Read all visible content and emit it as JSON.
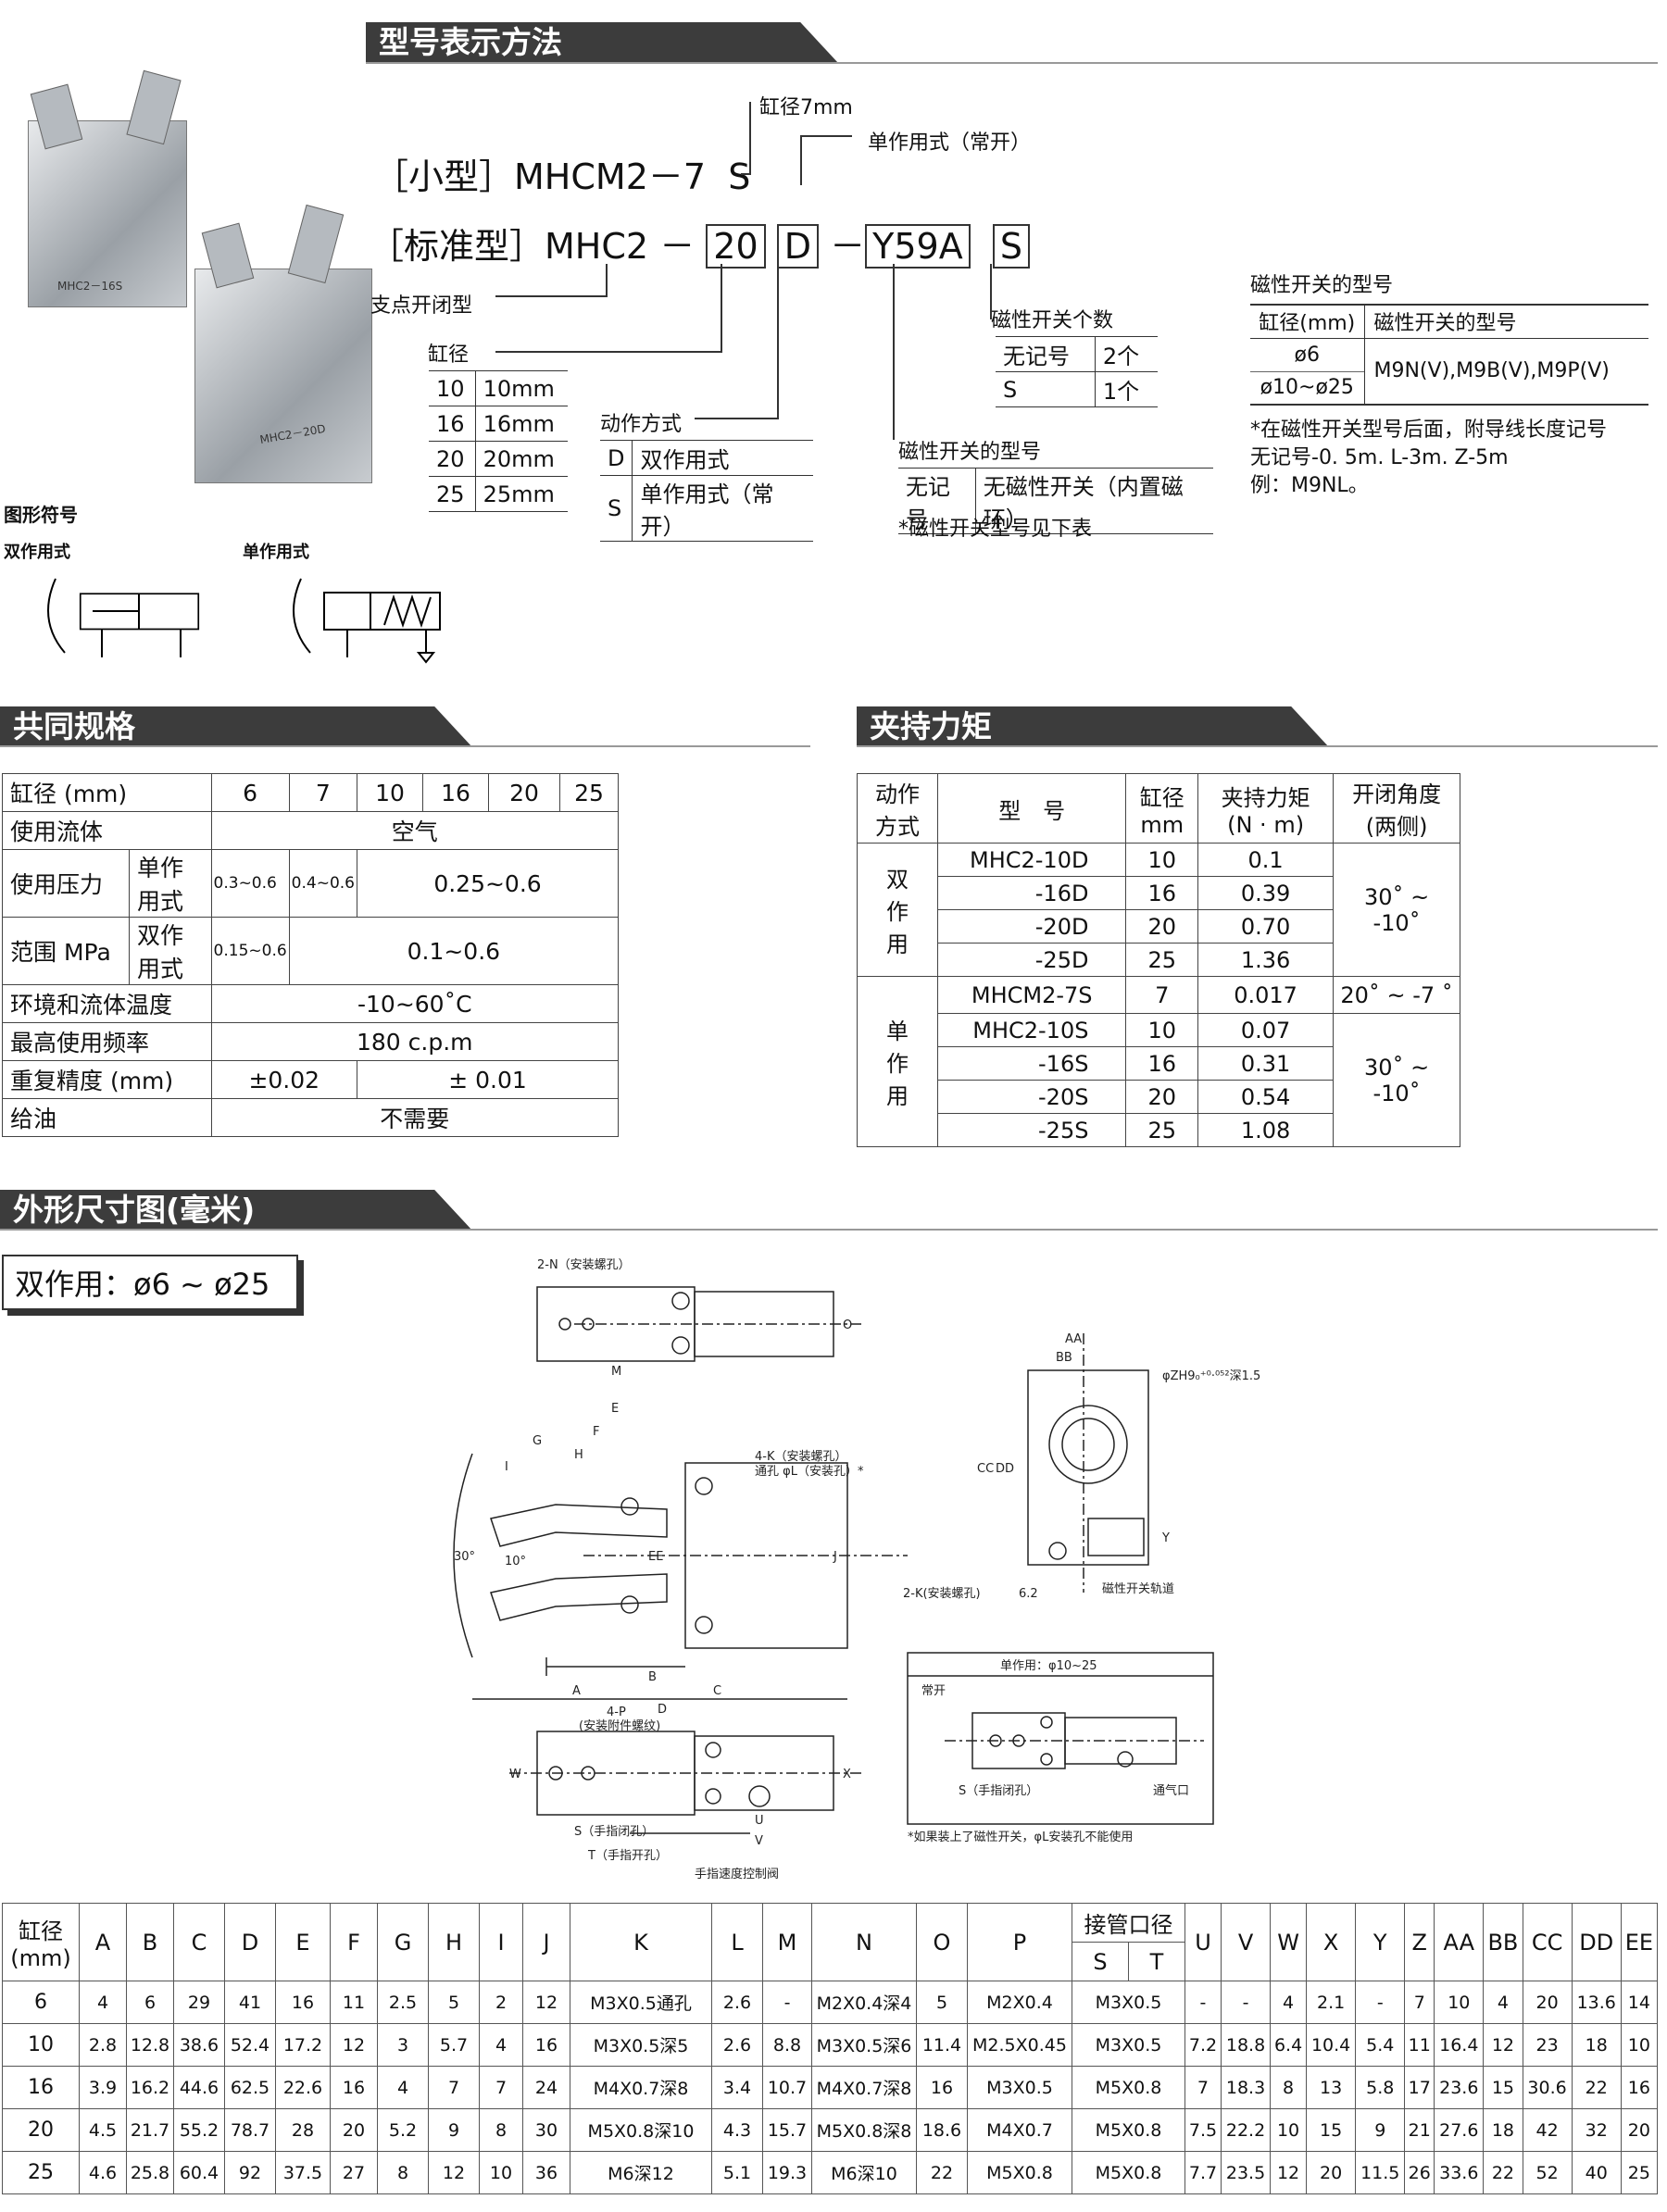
{
  "sections": {
    "model": "型号表示方法",
    "spec": "共同规格",
    "grip": "夹持力矩",
    "dims": "外形尺寸图(毫米)",
    "double_title": "双作用：ø6 ~ ø25"
  },
  "photo_labels": {
    "a": "MHC2－16S",
    "b": "MHC2－20D"
  },
  "symbol": {
    "title": "图形符号",
    "double": "双作用式",
    "single": "单作用式"
  },
  "model_code": {
    "bore7": "缸径7mm",
    "single_normally_open": "单作用式（常开）",
    "small_label": "［小型］",
    "small_code": "MHCM2－",
    "small_7": "7",
    "small_s": "S",
    "std_label": "［标准型］",
    "std_code": "MHC2",
    "dash": "－",
    "std_20": "20",
    "std_d": "D",
    "std_y": "Y59A",
    "std_s": "S",
    "pivot": "支点开闭型",
    "bore": "缸径",
    "action": "动作方式",
    "switch_count": "磁性开关个数",
    "switch_model": "磁性开关的型号",
    "switch_note": "*磁性开关型号见下表"
  },
  "bore_table": [
    [
      "10",
      "10mm"
    ],
    [
      "16",
      "16mm"
    ],
    [
      "20",
      "20mm"
    ],
    [
      "25",
      "25mm"
    ]
  ],
  "action_table": [
    [
      "D",
      "双作用式"
    ],
    [
      "S",
      "单作用式（常开）"
    ]
  ],
  "count_table": [
    [
      "无记号",
      "2个"
    ],
    [
      "S",
      "1个"
    ]
  ],
  "switch_table": [
    [
      "无记号",
      "无磁性开关（内置磁环）"
    ]
  ],
  "switch_model_box": {
    "title": "磁性开关的型号",
    "h1": "缸径(mm)",
    "h2": "磁性开关的型号",
    "r1": "ø6",
    "r2": "ø10~ø25",
    "value": "M9N(V),M9B(V),M9P(V)",
    "note1": "*在磁性开关型号后面，附导线长度记号",
    "note2": "无记号-0. 5m. L-3m. Z-5m",
    "note3": "例：M9NL。"
  },
  "spec": {
    "bore_label": "缸径 (mm)",
    "bores": [
      "6",
      "7",
      "10",
      "16",
      "20",
      "25"
    ],
    "fluid": "使用流体",
    "fluid_v": "空气",
    "pressure": "使用压力",
    "range": "范围 MPa",
    "single": "单作用式",
    "double": "双作用式",
    "p_s1": "0.3~0.6",
    "p_s2": "0.4~0.6",
    "p_s3": "0.25~0.6",
    "p_d1": "0.15~0.6",
    "p_d2": "0.1~0.6",
    "temp": "环境和流体温度",
    "temp_v": "-10~60˚C",
    "freq": "最高使用频率",
    "freq_v": "180 c.p.m",
    "repeat": "重复精度  (mm)",
    "rep1": "±0.02",
    "rep2": "± 0.01",
    "oil": "给油",
    "oil_v": "不需要"
  },
  "grip": {
    "h_mode": "动作\n方式",
    "h_model": "型　号",
    "h_bore": "缸径\nmm",
    "h_torque": "夹持力矩\n(N · m)",
    "h_angle": "开闭角度\n(两侧)",
    "double": "双\n作\n用",
    "single": "单\n作\n用",
    "rows_d": [
      [
        "MHC2-10D",
        "10",
        "0.1"
      ],
      [
        "-16D",
        "16",
        "0.39"
      ],
      [
        "-20D",
        "20",
        "0.70"
      ],
      [
        "-25D",
        "25",
        "1.36"
      ]
    ],
    "angle_d": "30˚ ~ -10˚",
    "row_m": [
      "MHCM2-7S",
      "7",
      "0.017",
      "20˚ ~ -7 ˚"
    ],
    "rows_s": [
      [
        "MHC2-10S",
        "10",
        "0.07"
      ],
      [
        "-16S",
        "16",
        "0.31"
      ],
      [
        "-20S",
        "20",
        "0.54"
      ],
      [
        "-25S",
        "25",
        "1.08"
      ]
    ],
    "angle_s": "30˚ ~ -10˚"
  },
  "drawing": {
    "n_hole": "2-N（安装螺孔）",
    "k_hole": "4-K（安装螺孔）",
    "l_hole": "通孔 φL（安装孔）*",
    "p_thread": "4-P",
    "p_note": "(安装附件螺纹)",
    "s_close": "S（手指闭孔）",
    "t_open": "T（手指开孔）",
    "speed": "手指速度控制阀",
    "k2": "2-K(安装螺孔)",
    "rail": "磁性开关轨道",
    "zh": "φZH9₀⁺⁰·⁰⁵²深1.5",
    "single_title": "单作用：φ10~25",
    "no": "常开",
    "vent": "通气口",
    "s_close2": "S（手指闭孔）",
    "foot": "*如果装上了磁性开关，φL安装孔不能使用",
    "dim62": "6.2",
    "letters": [
      "M",
      "O",
      "A",
      "B",
      "C",
      "D",
      "E",
      "F",
      "G",
      "H",
      "I",
      "J",
      "EE",
      "AA",
      "BB",
      "CC",
      "DD",
      "Y",
      "X",
      "W",
      "U",
      "V",
      "S",
      "T",
      "30°",
      "10°"
    ]
  },
  "dims": {
    "h_bore": "缸径\n(mm)",
    "cols": [
      "A",
      "B",
      "C",
      "D",
      "E",
      "F",
      "G",
      "H",
      "I",
      "J",
      "K",
      "L",
      "M",
      "N",
      "O",
      "P"
    ],
    "pipe": "接管口径",
    "S": "S",
    "T": "T",
    "cols2": [
      "U",
      "V",
      "W",
      "X",
      "Y",
      "Z",
      "AA",
      "BB",
      "CC",
      "DD",
      "EE"
    ],
    "rows": [
      [
        "6",
        "4",
        "6",
        "29",
        "41",
        "16",
        "11",
        "2.5",
        "5",
        "2",
        "12",
        "M3X0.5通孔",
        "2.6",
        "-",
        "M2X0.4深4",
        "5",
        "M2X0.4",
        "M3X0.5",
        "-",
        "-",
        "4",
        "2.1",
        "-",
        "7",
        "10",
        "4",
        "20",
        "13.6",
        "14"
      ],
      [
        "10",
        "2.8",
        "12.8",
        "38.6",
        "52.4",
        "17.2",
        "12",
        "3",
        "5.7",
        "4",
        "16",
        "M3X0.5深5",
        "2.6",
        "8.8",
        "M3X0.5深6",
        "11.4",
        "M2.5X0.45",
        "M3X0.5",
        "7.2",
        "18.8",
        "6.4",
        "10.4",
        "5.4",
        "11",
        "16.4",
        "12",
        "23",
        "18",
        "10"
      ],
      [
        "16",
        "3.9",
        "16.2",
        "44.6",
        "62.5",
        "22.6",
        "16",
        "4",
        "7",
        "7",
        "24",
        "M4X0.7深8",
        "3.4",
        "10.7",
        "M4X0.7深8",
        "16",
        "M3X0.5",
        "M5X0.8",
        "7",
        "18.3",
        "8",
        "13",
        "5.8",
        "17",
        "23.6",
        "15",
        "30.6",
        "22",
        "16"
      ],
      [
        "20",
        "4.5",
        "21.7",
        "55.2",
        "78.7",
        "28",
        "20",
        "5.2",
        "9",
        "8",
        "30",
        "M5X0.8深10",
        "4.3",
        "15.7",
        "M5X0.8深8",
        "18.6",
        "M4X0.7",
        "M5X0.8",
        "7.5",
        "22.2",
        "10",
        "15",
        "9",
        "21",
        "27.6",
        "18",
        "42",
        "32",
        "20"
      ],
      [
        "25",
        "4.6",
        "25.8",
        "60.4",
        "92",
        "37.5",
        "27",
        "8",
        "12",
        "10",
        "36",
        "M6深12",
        "5.1",
        "19.3",
        "M6深10",
        "22",
        "M5X0.8",
        "M5X0.8",
        "7.7",
        "23.5",
        "12",
        "20",
        "11.5",
        "26",
        "33.6",
        "22",
        "52",
        "40",
        "25"
      ]
    ]
  }
}
